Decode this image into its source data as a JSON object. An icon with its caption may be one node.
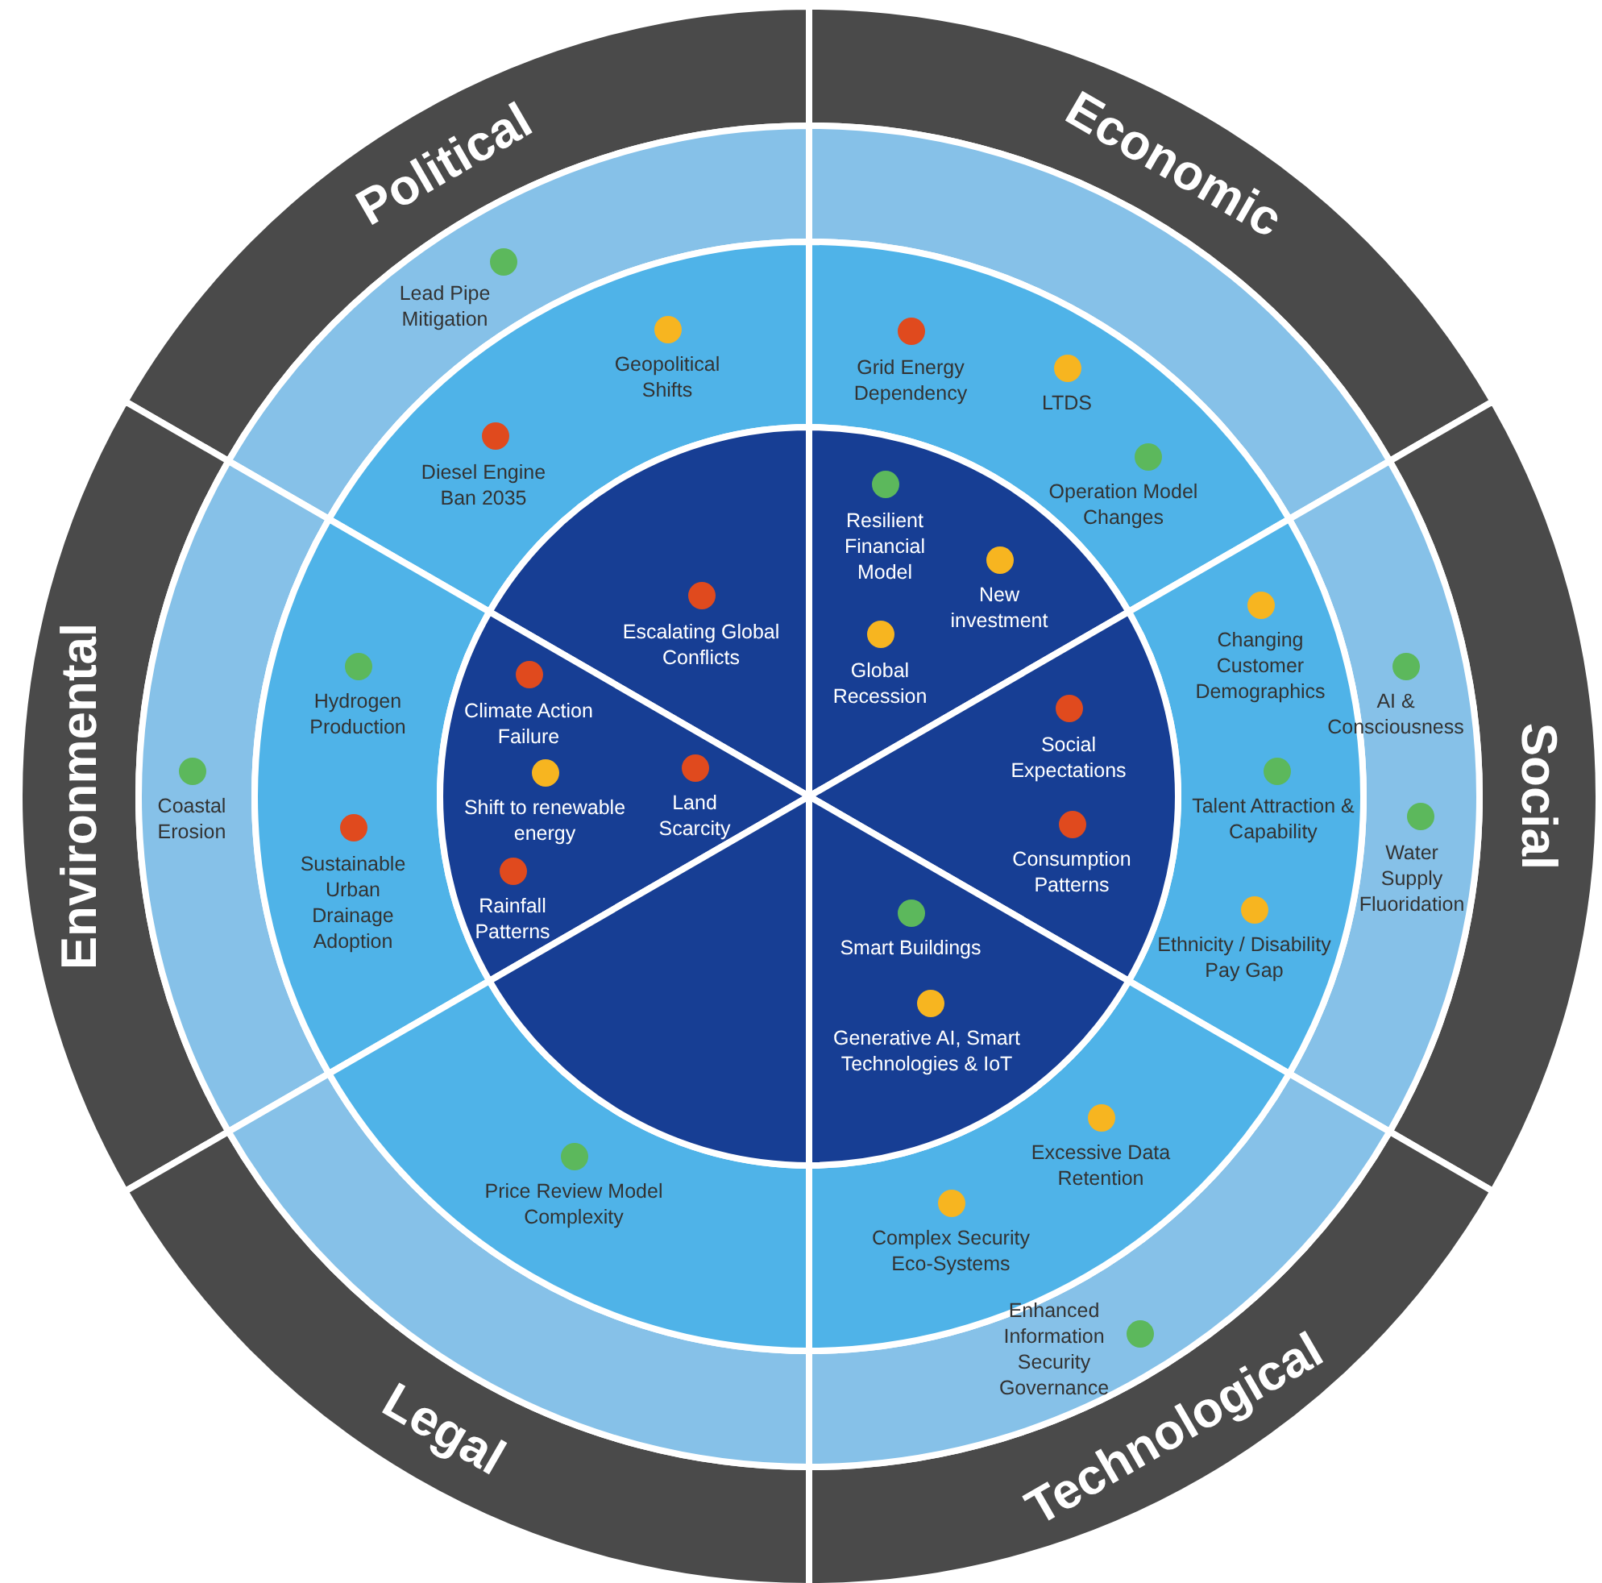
{
  "diagram": {
    "nodes": [
      {
        "text": [
          "Political"
        ]
      },
      {
        "text": [
          "Economic"
        ]
      },
      {
        "text": [
          "Environmental"
        ]
      },
      {
        "text": [
          "Social"
        ]
      },
      {
        "text": [
          "Legal"
        ]
      },
      {
        "text": [
          "Technological"
        ]
      }
    ],
    "labels": [
      "Lead Pipe Mitigation",
      "Geopolitical Shifts",
      "Diesel Engine Ban 2035",
      "Grid Energy Dependency",
      "LTDS",
      "Operation Model Changes",
      "Resilient Financial Model",
      "New investment",
      "Global Recession",
      "Escalating Global Conflicts",
      "Climate Action Failure",
      "Shift to renewable energy",
      "Land Scarcity",
      "Rainfall Patterns",
      "Hydrogen Production",
      "Coastal Erosion",
      "Sustainable Urban Drainage Adoption",
      "Changing Customer Demographics",
      "AI & Consciousness",
      "Talent Attraction & Capability",
      "Water Supply Fluoridation",
      "Ethnicity / Disability Pay Gap",
      "Social Expectations",
      "Consumption Patterns",
      "Smart Buildings",
      "Generative AI, Smart Technologies & IoT",
      "Excessive Data Retention",
      "Complex Security Eco-Systems",
      "Enhanced Information Security Governance",
      "Price Review Model Complexity"
    ]
  }
}
